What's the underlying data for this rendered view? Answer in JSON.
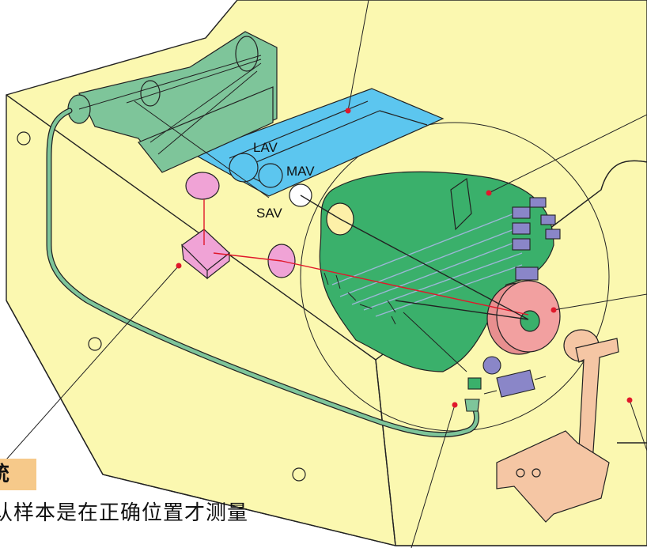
{
  "labels": {
    "lav": "LAV",
    "mav": "MAV",
    "sav": "SAV"
  },
  "caption": {
    "title": "統",
    "description": "认样本是在正确位置才测量"
  },
  "colors": {
    "housing": "#fbf8b0",
    "outline": "#222222",
    "optics_green": "#7ec59a",
    "sample_green": "#3ab06b",
    "detector_blue": "#5cc6ef",
    "magenta": "#f0a3d6",
    "laser_pink": "#f2a0a0",
    "actuator_purple": "#8a86c8",
    "bracket_tan": "#f5c6a4",
    "marker_red": "#e0182b",
    "tag_orange": "#f6c98a"
  }
}
